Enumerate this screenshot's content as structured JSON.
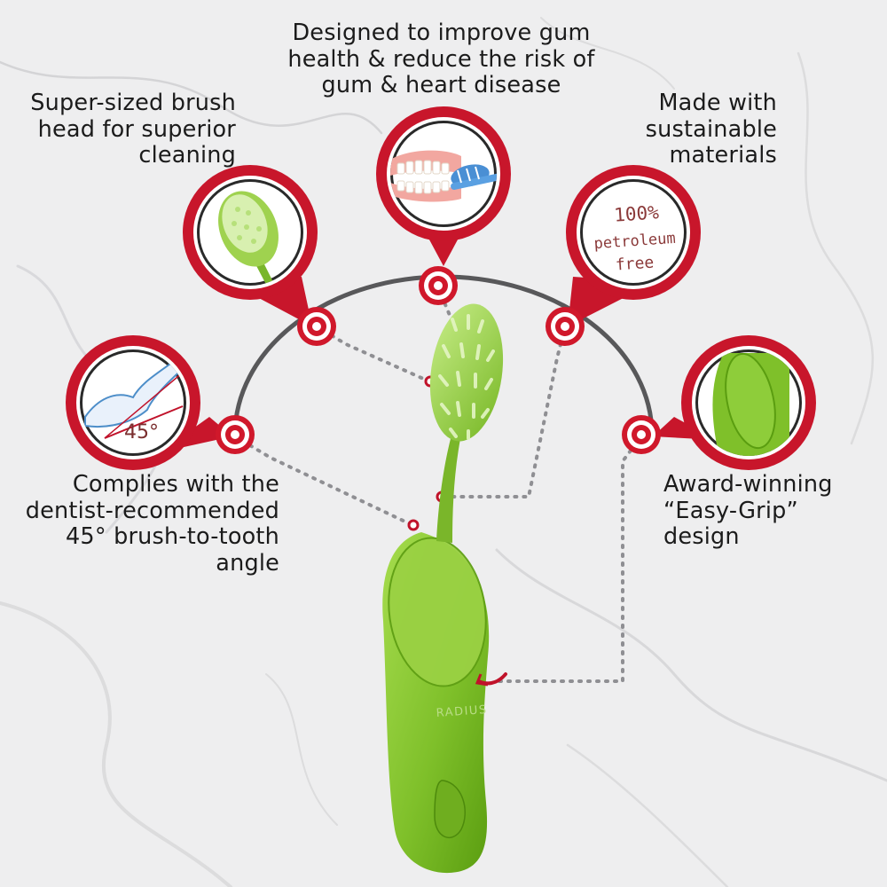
{
  "features": {
    "gum_health": {
      "lines": [
        "Designed to improve gum",
        "health & reduce the risk of",
        "gum & heart disease"
      ]
    },
    "brush_head": {
      "lines": [
        "Super-sized brush",
        "head for superior",
        "cleaning"
      ]
    },
    "sustainable": {
      "lines": [
        "Made with",
        "sustainable",
        "materials"
      ]
    },
    "angle": {
      "lines": [
        "Complies with the",
        "dentist-recommended",
        "45° brush-to-tooth",
        "angle"
      ]
    },
    "grip": {
      "lines": [
        "Award-winning",
        "“Easy-Grip”",
        "design"
      ]
    }
  },
  "badges": {
    "petroleum": {
      "line1": "100%",
      "line2": "petroleum",
      "line3": "free"
    },
    "angle_value": "45°"
  },
  "brand": {
    "handle_text": "RADIUS"
  },
  "colors": {
    "accent_red": "#d0182b",
    "arc_gray": "#58585a",
    "brush_green": "#8cc63f",
    "brush_green_dark": "#5e9e12",
    "marble": "#eeeeef"
  }
}
